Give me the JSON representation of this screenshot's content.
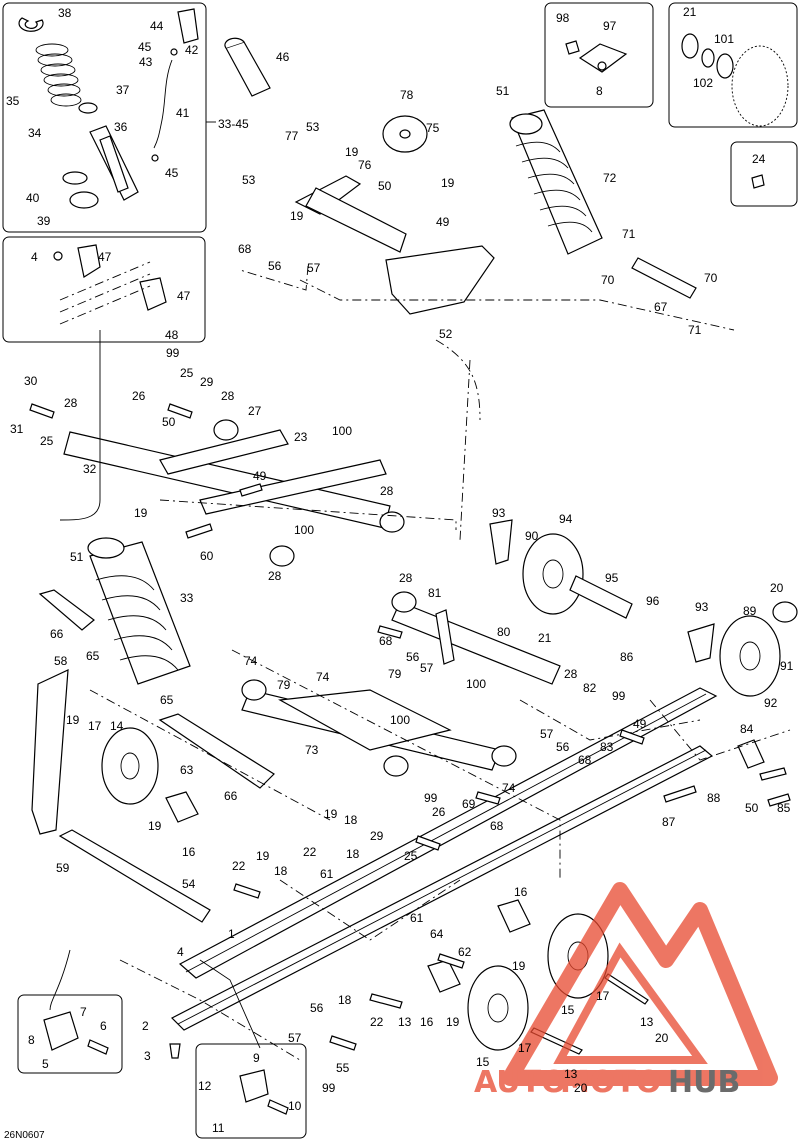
{
  "diagram": {
    "code": "26N0607",
    "group_label": "33-45",
    "watermark": {
      "parts": [
        "AUTO",
        "MOTO",
        "HUB"
      ],
      "color_accent": "#e8492f",
      "color_dark": "#3a3a3a"
    },
    "callouts": {
      "c1": "38",
      "c2": "44",
      "c3": "45",
      "c4": "42",
      "c5": "43",
      "c6": "46",
      "c7": "35",
      "c8": "37",
      "c9": "41",
      "c10": "33-45",
      "c11": "34",
      "c12": "36",
      "c13": "40",
      "c14": "45",
      "c15": "39",
      "c16": "98",
      "c17": "97",
      "c18": "8",
      "c19": "21",
      "c20": "101",
      "c21": "102",
      "c22": "24",
      "c23": "78",
      "c24": "51",
      "c25": "77",
      "c26": "53",
      "c27": "75",
      "c28": "19",
      "c29": "76",
      "c30": "19",
      "c31": "72",
      "c32": "53",
      "c33": "50",
      "c34": "19",
      "c35": "49",
      "c36": "68",
      "c37": "56",
      "c38": "57",
      "c39": "71",
      "c40": "70",
      "c41": "70",
      "c42": "67",
      "c43": "71",
      "c44": "52",
      "c45": "4",
      "c46": "47",
      "c47": "47",
      "c48": "48",
      "c49": "99",
      "c50": "25",
      "c51": "30",
      "c52": "26",
      "c53": "29",
      "c54": "28",
      "c55": "28",
      "c56": "27",
      "c57": "31",
      "c58": "25",
      "c59": "50",
      "c60": "23",
      "c61": "100",
      "c62": "32",
      "c63": "49",
      "c64": "28",
      "c65": "19",
      "c66": "100",
      "c67": "60",
      "c68": "28",
      "c69": "93",
      "c70": "94",
      "c71": "90",
      "c72": "51",
      "c73": "33",
      "c74": "95",
      "c75": "28",
      "c76": "81",
      "c77": "20",
      "c78": "93",
      "c79": "89",
      "c80": "96",
      "c81": "21",
      "c82": "66",
      "c83": "65",
      "c84": "68",
      "c85": "80",
      "c86": "56",
      "c87": "57",
      "c88": "91",
      "c89": "58",
      "c90": "74",
      "c91": "74",
      "c92": "79",
      "c93": "79",
      "c94": "86",
      "c95": "28",
      "c96": "92",
      "c97": "100",
      "c98": "82",
      "c99": "99",
      "c100": "65",
      "c101": "100",
      "c102": "49",
      "c103": "19",
      "c104": "17",
      "c105": "14",
      "c106": "73",
      "c107": "57",
      "c108": "56",
      "c109": "83",
      "c110": "68",
      "c111": "84",
      "c112": "63",
      "c113": "74",
      "c114": "69",
      "c115": "99",
      "c116": "26",
      "c117": "68",
      "c118": "88",
      "c119": "50",
      "c120": "85",
      "c121": "66",
      "c122": "19",
      "c123": "16",
      "c124": "19",
      "c125": "18",
      "c126": "29",
      "c127": "25",
      "c128": "87",
      "c129": "22",
      "c130": "19",
      "c131": "22",
      "c132": "18",
      "c133": "59",
      "c134": "18",
      "c135": "61",
      "c136": "54",
      "c137": "16",
      "c138": "61",
      "c139": "64",
      "c140": "62",
      "c141": "19",
      "c142": "4",
      "c143": "1",
      "c144": "16",
      "c145": "17",
      "c146": "18",
      "c147": "22",
      "c148": "13",
      "c149": "15",
      "c150": "19",
      "c151": "7",
      "c152": "6",
      "c153": "8",
      "c154": "5",
      "c155": "2",
      "c156": "56",
      "c157": "57",
      "c158": "17",
      "c159": "13",
      "c160": "20",
      "c161": "55",
      "c162": "3",
      "c163": "99",
      "c164": "15",
      "c165": "13",
      "c166": "20",
      "c167": "9",
      "c168": "12",
      "c169": "10",
      "c170": "11"
    }
  }
}
